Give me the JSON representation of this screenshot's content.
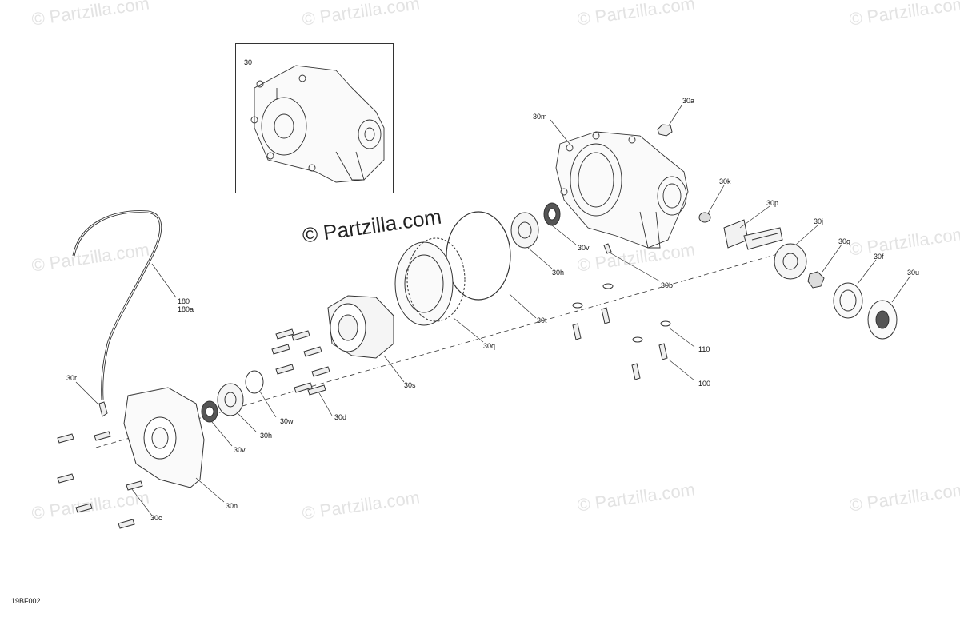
{
  "watermark": {
    "text": "© Partzilla.com",
    "main_text": "© Partzilla.com"
  },
  "figure_code": "19BF002",
  "inset": {
    "label": "30"
  },
  "callouts": {
    "c30a": "30a",
    "c30m": "30m",
    "c30k": "30k",
    "c30p": "30p",
    "c30j": "30j",
    "c30g": "30g",
    "c30f": "30f",
    "c30u": "30u",
    "c30v_top": "30v",
    "c30h_top": "30h",
    "c30b": "30b",
    "c30t": "30t",
    "c30q": "30q",
    "c30s": "30s",
    "c110": "110",
    "c100": "100",
    "c180": "180",
    "c180a": "180a",
    "c30r": "30r",
    "c30w": "30w",
    "c30d": "30d",
    "c30h_bot": "30h",
    "c30v_bot": "30v",
    "c30n": "30n",
    "c30c": "30c"
  }
}
